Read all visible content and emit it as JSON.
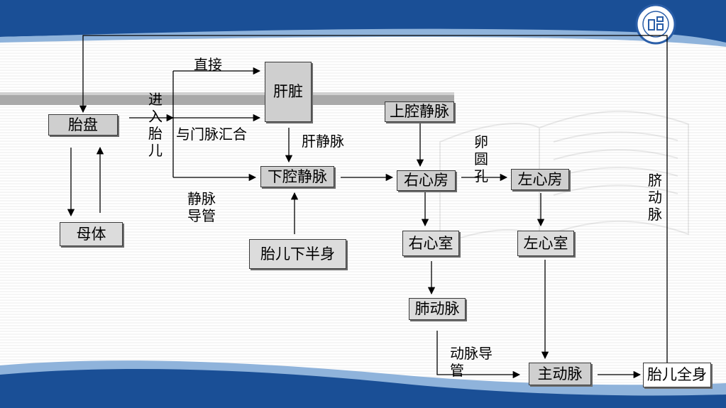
{
  "diagram": {
    "nodes": {
      "placenta": "胎盘",
      "mother": "母体",
      "liver": "肝脏",
      "svc": "上腔静脉",
      "ivc": "下腔静脉",
      "right_atrium": "右心房",
      "left_atrium": "左心房",
      "right_ventricle": "右心室",
      "left_ventricle": "左心室",
      "pulmonary_artery": "肺动脉",
      "fetal_lower_body": "胎儿下半身",
      "aorta": "主动脉",
      "fetal_whole_body": "胎儿全身"
    },
    "labels": {
      "direct": "直接",
      "enter_fetus": "进入胎儿",
      "join_portal": "与门脉汇合",
      "hepatic_vein": "肝静脉",
      "ductus_venosus": "静脉导管",
      "foramen_ovale": "卵圆孔",
      "ductus_arteriosus": "动脉导管",
      "umbilical_artery": "脐动脉"
    }
  },
  "colors": {
    "band_dark": "#1a4f96",
    "band_light": "#8fb3db",
    "logo": "#2a5ea8"
  },
  "logo": {
    "icon": "university-seal-icon"
  }
}
